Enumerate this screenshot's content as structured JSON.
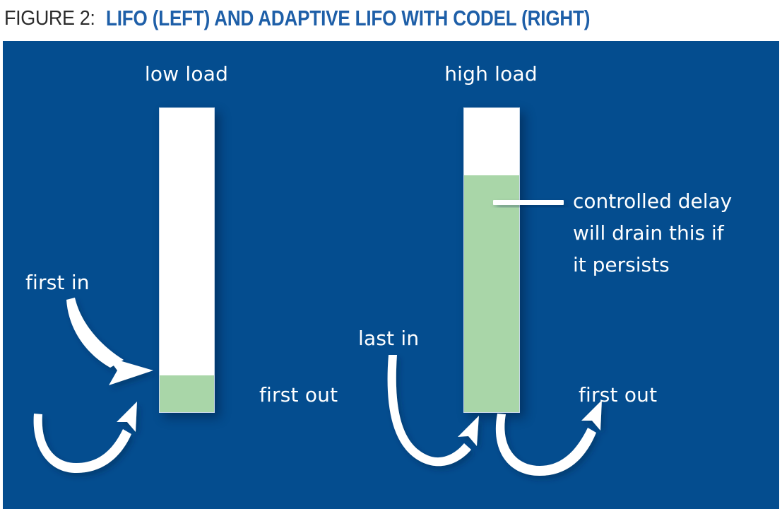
{
  "figure": {
    "title_prefix": "FIGURE 2:",
    "title_main": "LIFO (LEFT) AND ADAPTIVE LIFO WITH CODEL (RIGHT)",
    "title_prefix_color": "#2b2b2b",
    "title_main_color": "#1e5fa8",
    "panel_color": "#044d8f",
    "queue_empty_color": "#ffffff",
    "queue_fill_color": "#a9d6a8",
    "annotation_color": "#ffffff"
  },
  "columns": [
    {
      "id": "low-load",
      "heading": "low load",
      "queue_fill_percent": 12,
      "labels": {
        "incoming": "first in",
        "outgoing": "first out"
      }
    },
    {
      "id": "high-load",
      "heading": "high load",
      "queue_fill_percent": 78,
      "labels": {
        "incoming": "last in",
        "outgoing": "first out"
      }
    }
  ],
  "callout": {
    "lines": [
      "controlled delay",
      "will drain this if",
      "it persists"
    ],
    "line1": "controlled delay",
    "line2": "will drain this if",
    "line3": "it persists",
    "leader_line": "callout-leader-line"
  },
  "icons": {
    "arrow_first_in": "curved-arrow-down-right-icon",
    "arrow_first_out_left": "curved-arrow-up-right-icon",
    "arrow_last_in": "curved-arrow-up-right-icon",
    "arrow_first_out_right": "curved-arrow-up-right-icon",
    "leader": "horizontal-leader-line-icon"
  }
}
